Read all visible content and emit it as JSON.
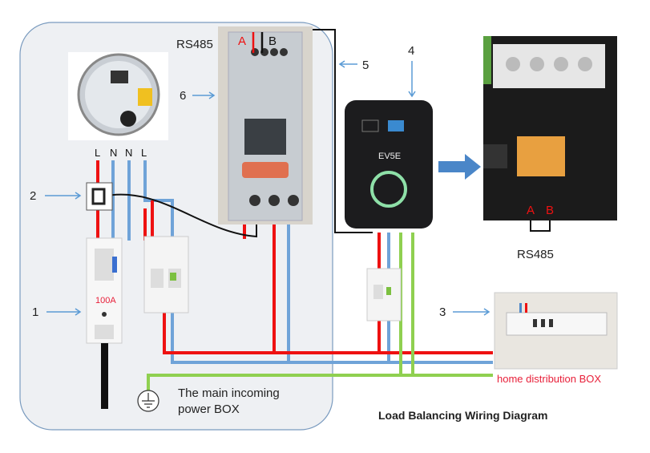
{
  "title": "Load Balancing Wiring Diagram",
  "main_box_label": [
    "The main incoming",
    "power BOX"
  ],
  "home_box_label": "home distribution BOX",
  "meter_terminals": [
    "L",
    "N",
    "N",
    "L"
  ],
  "breaker_rating": "100A",
  "rs485_top": "RS485",
  "rs485_right": "RS485",
  "terminal_a": "A",
  "terminal_b": "B",
  "evse_label": "EV5E",
  "callouts": [
    "1",
    "2",
    "3",
    "4",
    "5",
    "6"
  ],
  "colors": {
    "live": "#ee1111",
    "neutral": "#6fa3d8",
    "earth": "#8fd050",
    "callout_arrow": "#5b9bd5",
    "home_label": "#e8203a"
  }
}
